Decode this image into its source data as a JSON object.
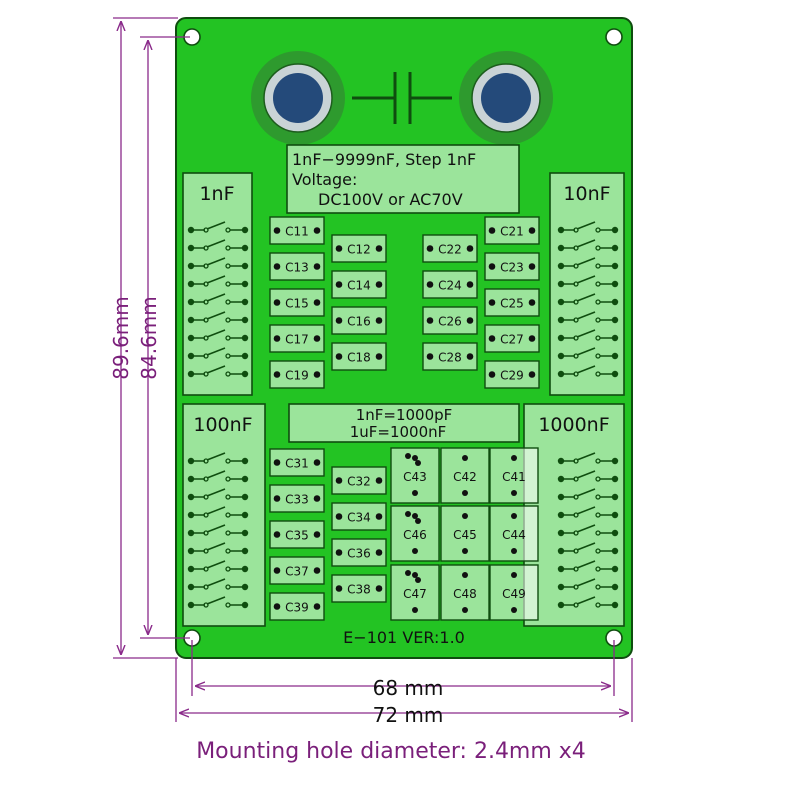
{
  "board": {
    "range_line": "1nF−9999nF, Step 1nF",
    "voltage_label": "Voltage:",
    "voltage_value": "DC100V  or  AC70V",
    "conversion_1": "1nF=1000pF",
    "conversion_2": "1uF=1000nF",
    "version": "E−101  VER:1.0"
  },
  "sections": {
    "top_left": "1nF",
    "top_right": "10nF",
    "bottom_left": "100nF",
    "bottom_right": "1000nF"
  },
  "capacitors": {
    "g1_outer": [
      "C11",
      "C13",
      "C15",
      "C17",
      "C19"
    ],
    "g1_inner": [
      "C12",
      "C14",
      "C16",
      "C18"
    ],
    "g2_inner": [
      "C22",
      "C24",
      "C26",
      "C28"
    ],
    "g2_outer": [
      "C21",
      "C23",
      "C25",
      "C27",
      "C29"
    ],
    "g3_outer": [
      "C31",
      "C33",
      "C35",
      "C37",
      "C39"
    ],
    "g3_inner": [
      "C32",
      "C34",
      "C36",
      "C38"
    ],
    "g4_grid": [
      [
        "C43",
        "C42",
        "C41"
      ],
      [
        "C46",
        "C45",
        "C44"
      ],
      [
        "C47",
        "C48",
        "C49"
      ]
    ]
  },
  "dimensions": {
    "height_outer": "89.6mm",
    "height_inner": "84.6mm",
    "width_inner": "68 mm",
    "width_outer": "72 mm",
    "note": "Mounting hole diameter: 2.4mm x4"
  },
  "colors": {
    "board_green": "#23c323",
    "line_dark": "#0f4d0f",
    "dimension_purple": "#8a2a8a",
    "terminal_ring": "#2e9a2e",
    "terminal_core": "#244a7a"
  }
}
